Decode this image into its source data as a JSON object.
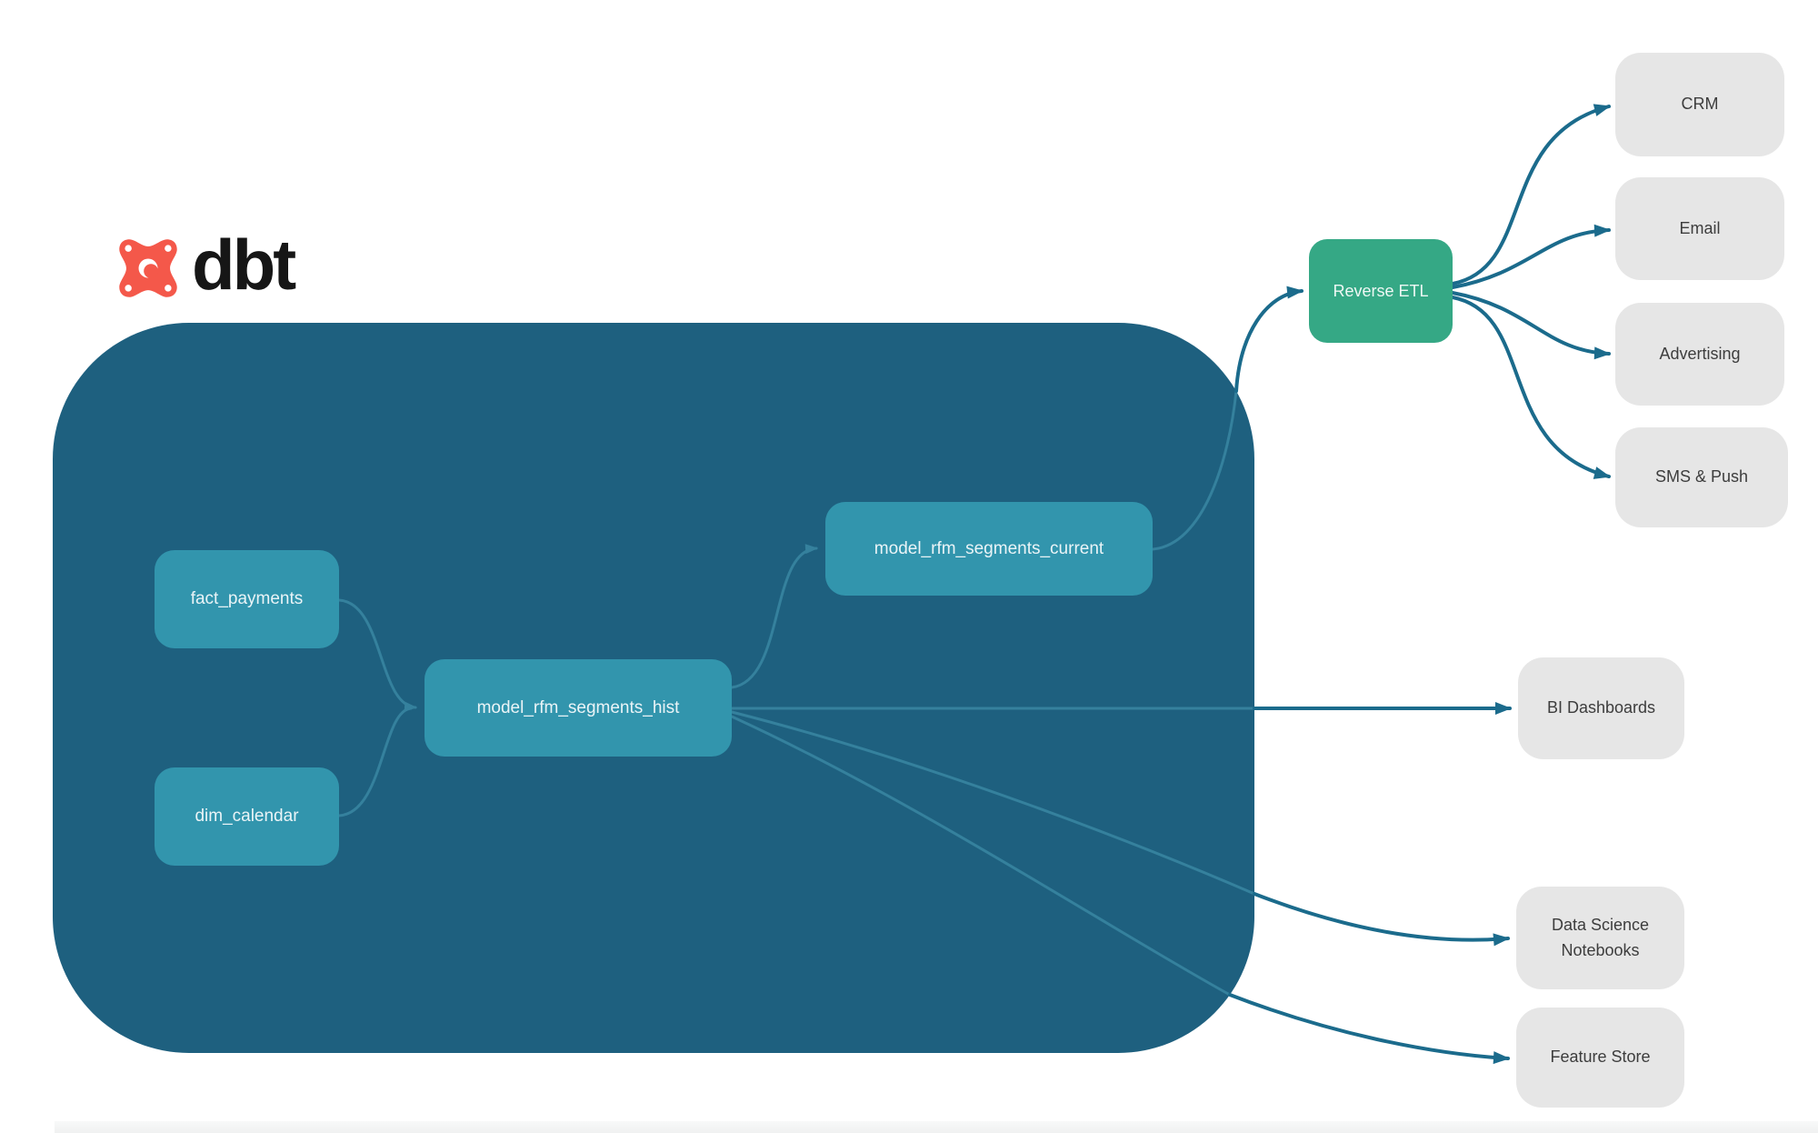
{
  "brand": {
    "wordmark": "dbt",
    "icon": "dbt-star-icon",
    "icon_color": "#f4584a"
  },
  "warehouse": {
    "nodes": [
      {
        "id": "fact_payments",
        "label": "fact_payments"
      },
      {
        "id": "dim_calendar",
        "label": "dim_calendar"
      },
      {
        "id": "model_rfm_segments_hist",
        "label": "model_rfm_segments_hist"
      },
      {
        "id": "model_rfm_segments_current",
        "label": "model_rfm_segments_current"
      }
    ]
  },
  "reverse_etl": {
    "label": "Reverse ETL"
  },
  "destinations": [
    {
      "id": "crm",
      "label": "CRM"
    },
    {
      "id": "email",
      "label": "Email"
    },
    {
      "id": "advertising",
      "label": "Advertising"
    },
    {
      "id": "sms_push",
      "label": "SMS & Push"
    }
  ],
  "outputs": [
    {
      "id": "bi_dashboards",
      "label": "BI Dashboards"
    },
    {
      "id": "ds_notebooks",
      "label": "Data Science Notebooks"
    },
    {
      "id": "feature_store",
      "label": "Feature Store"
    }
  ],
  "edges": [
    {
      "from": "fact_payments",
      "to": "model_rfm_segments_hist"
    },
    {
      "from": "dim_calendar",
      "to": "model_rfm_segments_hist"
    },
    {
      "from": "model_rfm_segments_hist",
      "to": "model_rfm_segments_current"
    },
    {
      "from": "model_rfm_segments_hist",
      "to": "bi_dashboards"
    },
    {
      "from": "model_rfm_segments_hist",
      "to": "ds_notebooks"
    },
    {
      "from": "model_rfm_segments_hist",
      "to": "feature_store"
    },
    {
      "from": "model_rfm_segments_current",
      "to": "reverse_etl"
    },
    {
      "from": "reverse_etl",
      "to": "crm"
    },
    {
      "from": "reverse_etl",
      "to": "email"
    },
    {
      "from": "reverse_etl",
      "to": "advertising"
    },
    {
      "from": "reverse_etl",
      "to": "sms_push"
    }
  ],
  "colors": {
    "warehouse_container": "#1e607f",
    "model_node": "#3295ad",
    "reverse_etl_node": "#35a885",
    "destination_node": "#e6e6e6",
    "edge_outer": "#1b6b8c",
    "edge_inner": "#35819d",
    "text_dark": "#3d3d3d",
    "logo_orange": "#f4584a"
  }
}
